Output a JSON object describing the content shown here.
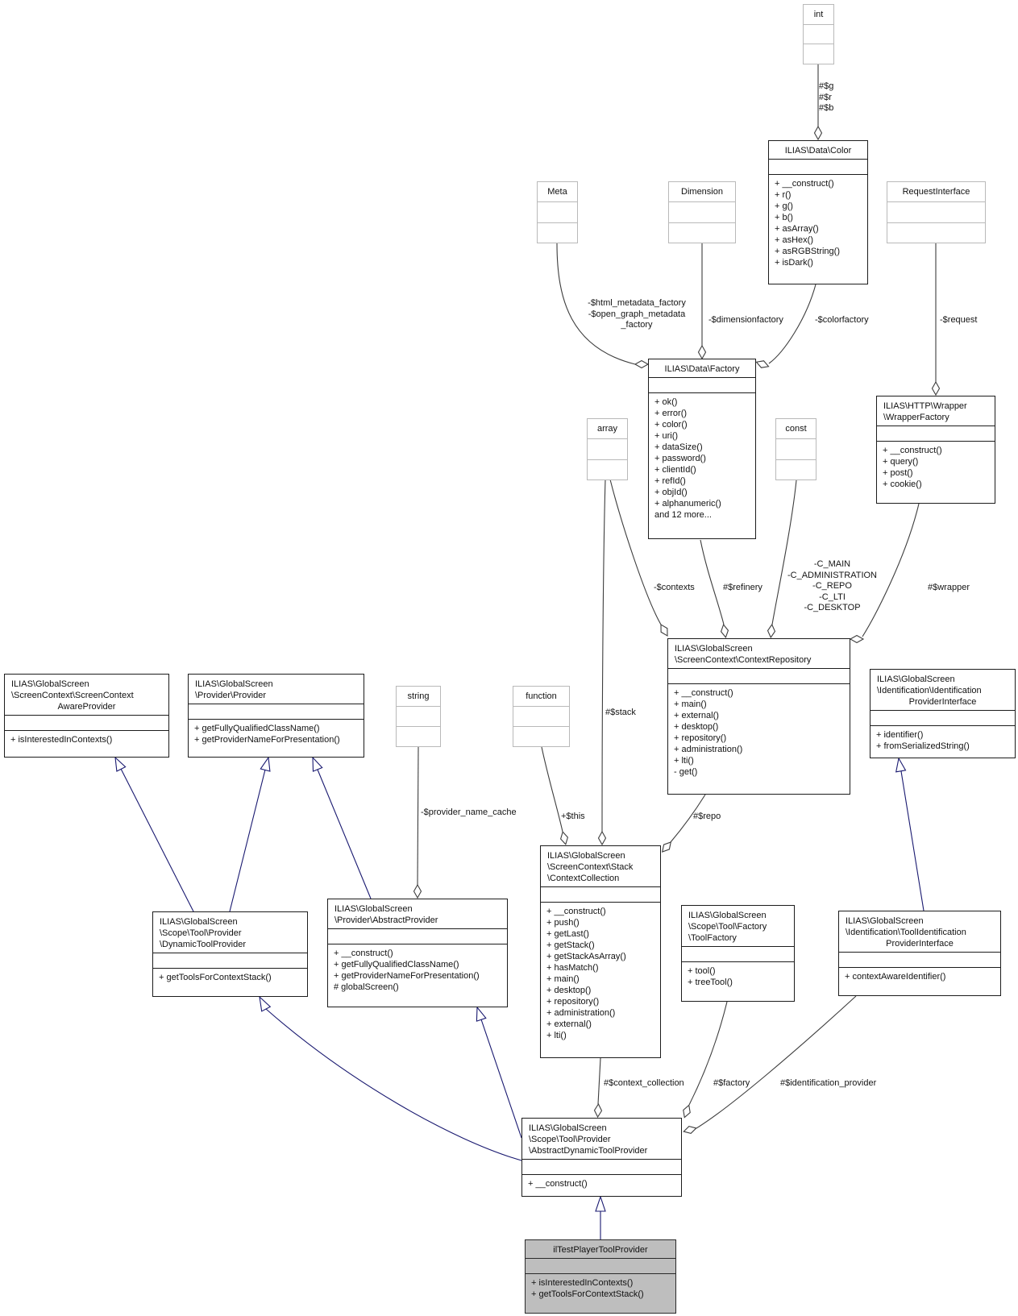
{
  "diagram": {
    "kind": "uml-collaboration-graph",
    "highlight_node": "ilTestPlayerToolProvider",
    "colors": {
      "background": "#ffffff",
      "edge": "#3d3d3d",
      "inheritance_edge": "#191970",
      "class_border": "#1c1c1c",
      "type_border": "#b9b9b9",
      "highlight_fill": "#bebebe",
      "text": "#111111"
    },
    "nodes": [
      {
        "id": "int",
        "kind": "type",
        "title_lines": [
          "int"
        ],
        "methods": []
      },
      {
        "id": "meta",
        "kind": "type",
        "title_lines": [
          "Meta"
        ],
        "methods": []
      },
      {
        "id": "dimension",
        "kind": "type",
        "title_lines": [
          "Dimension"
        ],
        "methods": []
      },
      {
        "id": "request-interface",
        "kind": "type",
        "title_lines": [
          "RequestInterface"
        ],
        "methods": []
      },
      {
        "id": "array",
        "kind": "type",
        "title_lines": [
          "array"
        ],
        "methods": []
      },
      {
        "id": "const",
        "kind": "type",
        "title_lines": [
          "const"
        ],
        "methods": []
      },
      {
        "id": "string",
        "kind": "type",
        "title_lines": [
          "string"
        ],
        "methods": []
      },
      {
        "id": "function",
        "kind": "type",
        "title_lines": [
          "function"
        ],
        "methods": []
      },
      {
        "id": "color",
        "kind": "class",
        "title_lines": [
          "ILIAS\\Data\\Color"
        ],
        "methods": [
          "+ __construct()",
          "+ r()",
          "+ g()",
          "+ b()",
          "+ asArray()",
          "+ asHex()",
          "+ asRGBString()",
          "+ isDark()"
        ]
      },
      {
        "id": "factory",
        "kind": "class",
        "title_lines": [
          "ILIAS\\Data\\Factory"
        ],
        "methods": [
          "+ ok()",
          "+ error()",
          "+ color()",
          "+ uri()",
          "+ dataSize()",
          "+ password()",
          "+ clientId()",
          "+ refId()",
          "+ objId()",
          "+ alphanumeric()",
          "and 12 more..."
        ]
      },
      {
        "id": "wrapper-factory",
        "kind": "class",
        "title_lines": [
          "ILIAS\\HTTP\\Wrapper",
          "\\WrapperFactory"
        ],
        "methods": [
          "+ __construct()",
          "+ query()",
          "+ post()",
          "+ cookie()"
        ]
      },
      {
        "id": "context-repository",
        "kind": "class",
        "title_lines": [
          "ILIAS\\GlobalScreen",
          "\\ScreenContext\\ContextRepository"
        ],
        "methods": [
          "+ __construct()",
          "+ main()",
          "+ external()",
          "+ desktop()",
          "+ repository()",
          "+ administration()",
          "+ lti()",
          "- get()"
        ]
      },
      {
        "id": "identification-provider-interface",
        "kind": "class",
        "title_lines": [
          "ILIAS\\GlobalScreen",
          "\\Identification\\Identification",
          "ProviderInterface"
        ],
        "methods": [
          "+ identifier()",
          "+ fromSerializedString()"
        ]
      },
      {
        "id": "screen-context-aware-provider",
        "kind": "class",
        "title_lines": [
          "ILIAS\\GlobalScreen",
          "\\ScreenContext\\ScreenContext",
          "AwareProvider"
        ],
        "methods": [
          "+ isInterestedInContexts()"
        ]
      },
      {
        "id": "provider",
        "kind": "class",
        "title_lines": [
          "ILIAS\\GlobalScreen",
          "\\Provider\\Provider"
        ],
        "methods": [
          "+ getFullyQualifiedClassName()",
          "+ getProviderNameForPresentation()"
        ]
      },
      {
        "id": "context-collection",
        "kind": "class",
        "title_lines": [
          "ILIAS\\GlobalScreen",
          "\\ScreenContext\\Stack",
          "\\ContextCollection"
        ],
        "methods": [
          "+ __construct()",
          "+ push()",
          "+ getLast()",
          "+ getStack()",
          "+ getStackAsArray()",
          "+ hasMatch()",
          "+ main()",
          "+ desktop()",
          "+ repository()",
          "+ administration()",
          "+ external()",
          "+ lti()"
        ]
      },
      {
        "id": "tool-factory",
        "kind": "class",
        "title_lines": [
          "ILIAS\\GlobalScreen",
          "\\Scope\\Tool\\Factory",
          "\\ToolFactory"
        ],
        "methods": [
          "+ tool()",
          "+ treeTool()"
        ]
      },
      {
        "id": "tool-identification-provider-interface",
        "kind": "class",
        "title_lines": [
          "ILIAS\\GlobalScreen",
          "\\Identification\\ToolIdentification",
          "ProviderInterface"
        ],
        "methods": [
          "+ contextAwareIdentifier()"
        ]
      },
      {
        "id": "dynamic-tool-provider",
        "kind": "class",
        "title_lines": [
          "ILIAS\\GlobalScreen",
          "\\Scope\\Tool\\Provider",
          "\\DynamicToolProvider"
        ],
        "methods": [
          "+ getToolsForContextStack()"
        ]
      },
      {
        "id": "abstract-provider",
        "kind": "class",
        "title_lines": [
          "ILIAS\\GlobalScreen",
          "\\Provider\\AbstractProvider"
        ],
        "methods": [
          "+ __construct()",
          "+ getFullyQualifiedClassName()",
          "+ getProviderNameForPresentation()",
          "# globalScreen()"
        ]
      },
      {
        "id": "abstract-dynamic-tool-provider",
        "kind": "class",
        "title_lines": [
          "ILIAS\\GlobalScreen",
          "\\Scope\\Tool\\Provider",
          "\\AbstractDynamicToolProvider"
        ],
        "methods": [
          "+ __construct()"
        ]
      },
      {
        "id": "il-test-player-tool-provider",
        "kind": "highlight",
        "title_lines": [
          "ilTestPlayerToolProvider"
        ],
        "methods": [
          "+ isInterestedInContexts()",
          "+ getToolsForContextStack()"
        ]
      }
    ],
    "edges": [
      {
        "id": "int-color",
        "from": "int",
        "to": "color",
        "relation": "aggregation",
        "label": "#$g\n#$r\n#$b"
      },
      {
        "id": "meta-factory",
        "from": "meta",
        "to": "factory",
        "relation": "aggregation",
        "label": "-$html_metadata_factory\n-$open_graph_metadata\n_factory"
      },
      {
        "id": "dimension-factory",
        "from": "dimension",
        "to": "factory",
        "relation": "aggregation",
        "label": "-$dimensionfactory"
      },
      {
        "id": "color-factory",
        "from": "color",
        "to": "factory",
        "relation": "aggregation",
        "label": "-$colorfactory"
      },
      {
        "id": "request-wrapper",
        "from": "request-interface",
        "to": "wrapper-factory",
        "relation": "aggregation",
        "label": "-$request"
      },
      {
        "id": "factory-contextrepo",
        "from": "factory",
        "to": "context-repository",
        "relation": "aggregation",
        "label": "#$refinery"
      },
      {
        "id": "array-contextrepo",
        "from": "array",
        "to": "context-repository",
        "relation": "aggregation",
        "label": "-$contexts"
      },
      {
        "id": "const-contextrepo",
        "from": "const",
        "to": "context-repository",
        "relation": "aggregation",
        "label": "-C_MAIN\n-C_ADMINISTRATION\n-C_REPO\n-C_LTI\n-C_DESKTOP"
      },
      {
        "id": "wrapper-contextrepo",
        "from": "wrapper-factory",
        "to": "context-repository",
        "relation": "aggregation",
        "label": "#$wrapper"
      },
      {
        "id": "contextrepo-contextcollection",
        "from": "context-repository",
        "to": "context-collection",
        "relation": "aggregation",
        "label": "#$repo"
      },
      {
        "id": "function-contextcollection",
        "from": "function",
        "to": "context-collection",
        "relation": "aggregation",
        "label": "+$this"
      },
      {
        "id": "array-contextcollection",
        "from": "array",
        "to": "context-collection",
        "relation": "aggregation",
        "label": "#$stack"
      },
      {
        "id": "string-abstractprovider",
        "from": "string",
        "to": "abstract-provider",
        "relation": "aggregation",
        "label": "-$provider_name_cache"
      },
      {
        "id": "contextcollection-abstractdynamic",
        "from": "context-collection",
        "to": "abstract-dynamic-tool-provider",
        "relation": "aggregation",
        "label": "#$context_collection"
      },
      {
        "id": "toolfactory-abstractdynamic",
        "from": "tool-factory",
        "to": "abstract-dynamic-tool-provider",
        "relation": "aggregation",
        "label": "#$factory"
      },
      {
        "id": "toolident-abstractdynamic",
        "from": "tool-identification-provider-interface",
        "to": "abstract-dynamic-tool-provider",
        "relation": "aggregation",
        "label": "#$identification_provider"
      },
      {
        "id": "dyntool-aware",
        "from": "dynamic-tool-provider",
        "to": "screen-context-aware-provider",
        "relation": "inheritance",
        "label": ""
      },
      {
        "id": "dyntool-provider",
        "from": "dynamic-tool-provider",
        "to": "provider",
        "relation": "inheritance",
        "label": ""
      },
      {
        "id": "absprov-provider",
        "from": "abstract-provider",
        "to": "provider",
        "relation": "inheritance",
        "label": ""
      },
      {
        "id": "toolident-identinterface",
        "from": "tool-identification-provider-interface",
        "to": "identification-provider-interface",
        "relation": "inheritance",
        "label": ""
      },
      {
        "id": "absdyn-dyntool",
        "from": "abstract-dynamic-tool-provider",
        "to": "dynamic-tool-provider",
        "relation": "inheritance",
        "label": ""
      },
      {
        "id": "absdyn-absprov",
        "from": "abstract-dynamic-tool-provider",
        "to": "abstract-provider",
        "relation": "inheritance",
        "label": ""
      },
      {
        "id": "iltest-absdyn",
        "from": "il-test-player-tool-provider",
        "to": "abstract-dynamic-tool-provider",
        "relation": "inheritance",
        "label": ""
      }
    ]
  }
}
